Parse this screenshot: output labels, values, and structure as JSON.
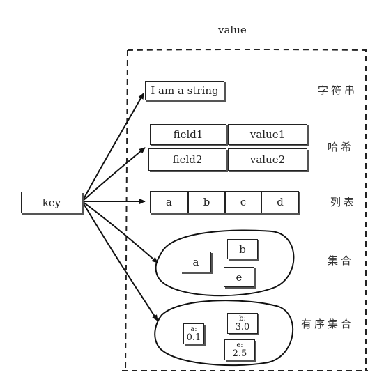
{
  "title": "value",
  "key": "key",
  "types": {
    "string": "字符串",
    "hash": "哈希",
    "list": "列表",
    "set": "集合",
    "zset": "有序集合"
  },
  "string_value": "I am a string",
  "hash": [
    {
      "field": "field1",
      "value": "value1"
    },
    {
      "field": "field2",
      "value": "value2"
    }
  ],
  "list": [
    "a",
    "b",
    "c",
    "d"
  ],
  "set": [
    "a",
    "b",
    "e"
  ],
  "zset": [
    {
      "member": "a:",
      "score": "0.1"
    },
    {
      "member": "b:",
      "score": "3.0"
    },
    {
      "member": "e:",
      "score": "2.5"
    }
  ]
}
